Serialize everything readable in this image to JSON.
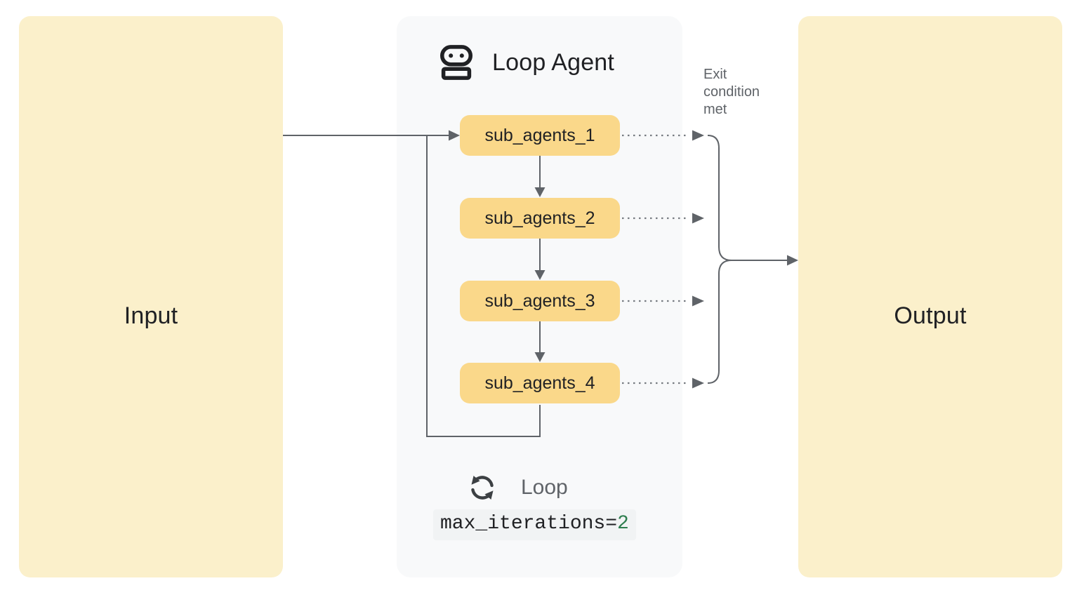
{
  "input": {
    "label": "Input"
  },
  "loop_agent": {
    "title": "Loop Agent",
    "icon": "robot-icon",
    "sub_agents": [
      {
        "label": "sub_agents_1"
      },
      {
        "label": "sub_agents_2"
      },
      {
        "label": "sub_agents_3"
      },
      {
        "label": "sub_agents_4"
      }
    ],
    "loop": {
      "icon": "loop-sync-icon",
      "label": "Loop",
      "code": {
        "text": "max_iterations=",
        "value": "2"
      }
    }
  },
  "exit_label": "Exit condition met",
  "output": {
    "label": "Output"
  },
  "colors": {
    "io_box_fill": "#FBF0CB",
    "agent_box_fill": "#FAD88A",
    "panel_fill": "#F8F9FA",
    "connector_gray": "#5F6368",
    "dotted_gray": "#767B81",
    "text_dark": "#202124",
    "text_gray": "#5F6368",
    "code_value_green": "#2E7D4E",
    "code_bg": "#F1F3F4"
  }
}
